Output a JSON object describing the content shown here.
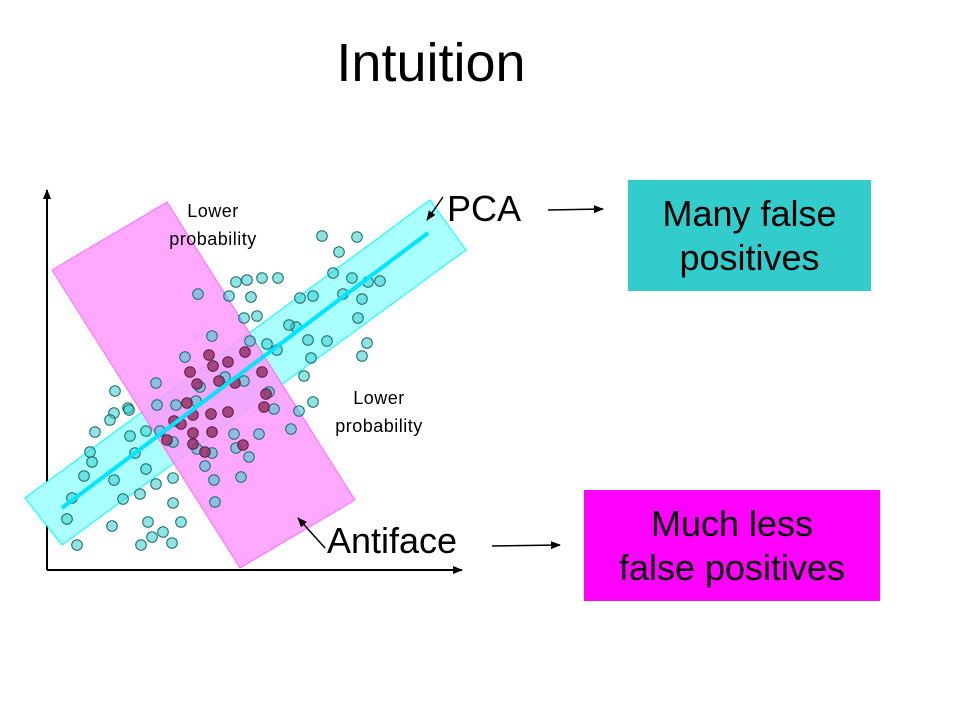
{
  "title": "Intuition",
  "labels": {
    "pca": "PCA",
    "antiface": "Antiface",
    "lower_prob_top": "Lower\nprobability",
    "lower_prob_right": "Lower\nprobability"
  },
  "boxes": {
    "pca_result": "Many false\npositives",
    "antiface_result": "Much less\nfalse positives"
  },
  "colors": {
    "pca_band": "#00ffff",
    "antiface_band": "#ff00ff",
    "pca_box": "#33cccc",
    "antiface_box": "#ff00ff",
    "point_fill": "#33cccc",
    "overlap_point_fill": "#993366"
  }
}
